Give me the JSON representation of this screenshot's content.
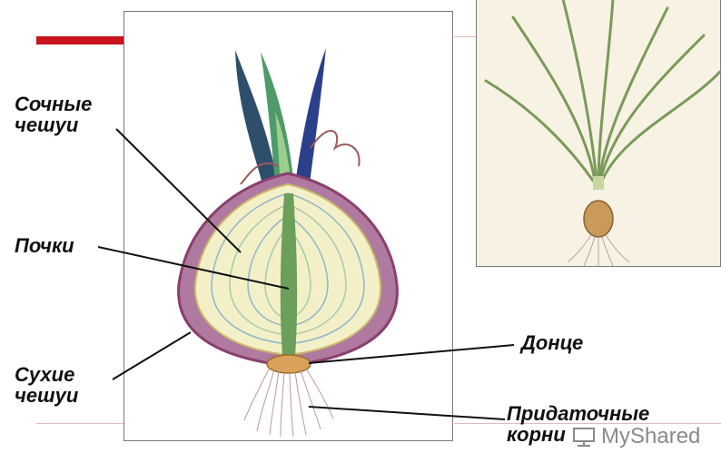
{
  "labels": {
    "juicy_scales": [
      "Сочные",
      "чешуи"
    ],
    "buds": "Почки",
    "dry_scales": [
      "Сухие",
      "чешуи"
    ],
    "basal_plate": "Донце",
    "adventitious_roots": [
      "Придаточные",
      "корни"
    ]
  },
  "watermark": {
    "text": "MyShared"
  },
  "colors": {
    "accent_red": "#c8141b",
    "onion_purple": "#a35a8a",
    "leaf_green": "#3f7d55",
    "leaf_blue": "#2b3f8a"
  }
}
